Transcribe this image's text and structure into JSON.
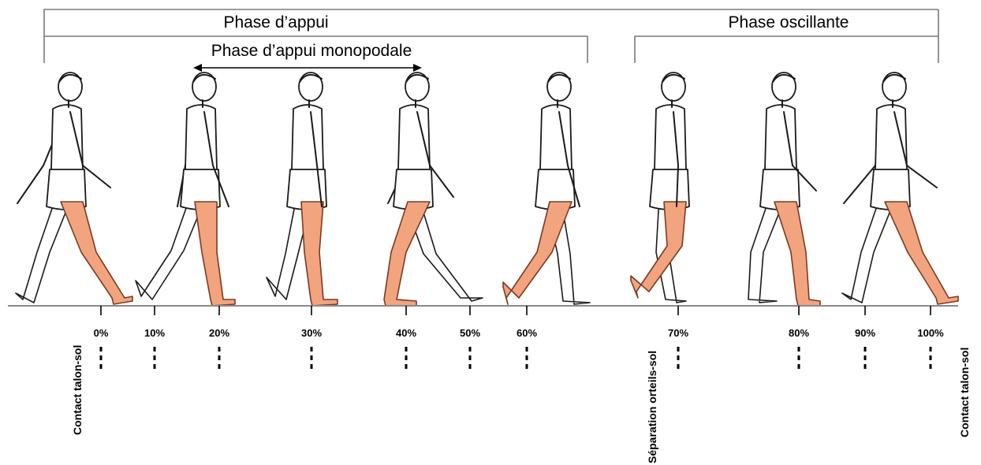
{
  "phases": {
    "stance": "Phase d’appui",
    "swing": "Phase oscillante",
    "single_support": "Phase d’appui monopodale"
  },
  "colors": {
    "highlight_leg": "#f2a47f",
    "highlight_stroke": "#7b3b22"
  },
  "percent_marks": [
    "0%",
    "10%",
    "20%",
    "30%",
    "40%",
    "50%",
    "60%",
    "70%",
    "80%",
    "90%",
    "100%"
  ],
  "events": {
    "heel_strike_start": "Contact talon-sol",
    "toe_off": "Séparation orteils-sol",
    "heel_strike_end": "Contact talon-sol"
  }
}
